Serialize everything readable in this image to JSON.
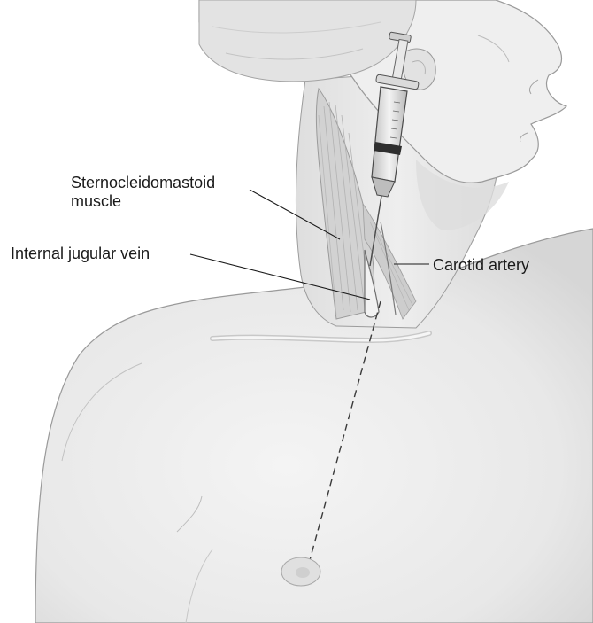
{
  "labels": {
    "sternocleidomastoid": {
      "line1": "Sternocleidomastoid",
      "line2": "muscle"
    },
    "internal_jugular_vein": "Internal jugular vein",
    "carotid_artery": "Carotid artery"
  },
  "colors": {
    "skin": "#ececec",
    "skin_shadow": "#dcdcdc",
    "outline": "#8a8a8a",
    "muscle": "#cfcfcf",
    "leader_line": "#1a1a1a",
    "syringe_barrel": "#d9d9d9",
    "syringe_dark": "#3a3a3a"
  }
}
